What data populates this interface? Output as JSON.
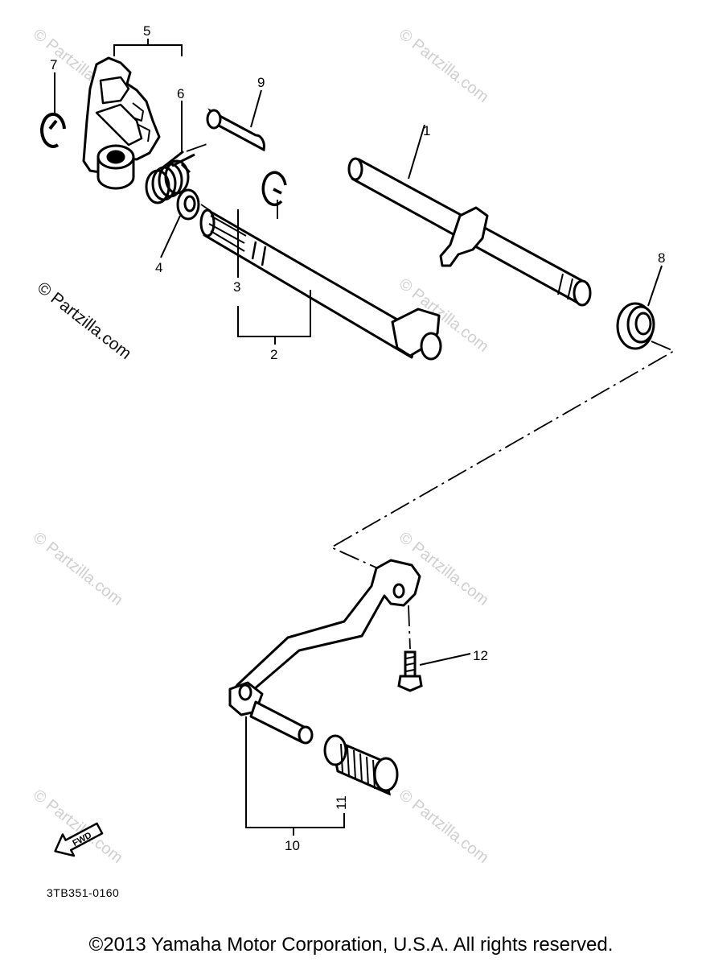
{
  "callouts": {
    "c1": "1",
    "c2": "2",
    "c3": "3",
    "c4": "4",
    "c5": "5",
    "c6": "6",
    "c7": "7",
    "c8": "8",
    "c9": "9",
    "c10": "10",
    "c11": "11",
    "c12": "12"
  },
  "watermark": {
    "faint": "© Partzilla.com",
    "dark": "© Partzilla.com"
  },
  "diagram_code": "3TB351-0160",
  "fwd_label": "FWD",
  "copyright": "©2013 Yamaha Motor Corporation, U.S.A. All rights reserved."
}
